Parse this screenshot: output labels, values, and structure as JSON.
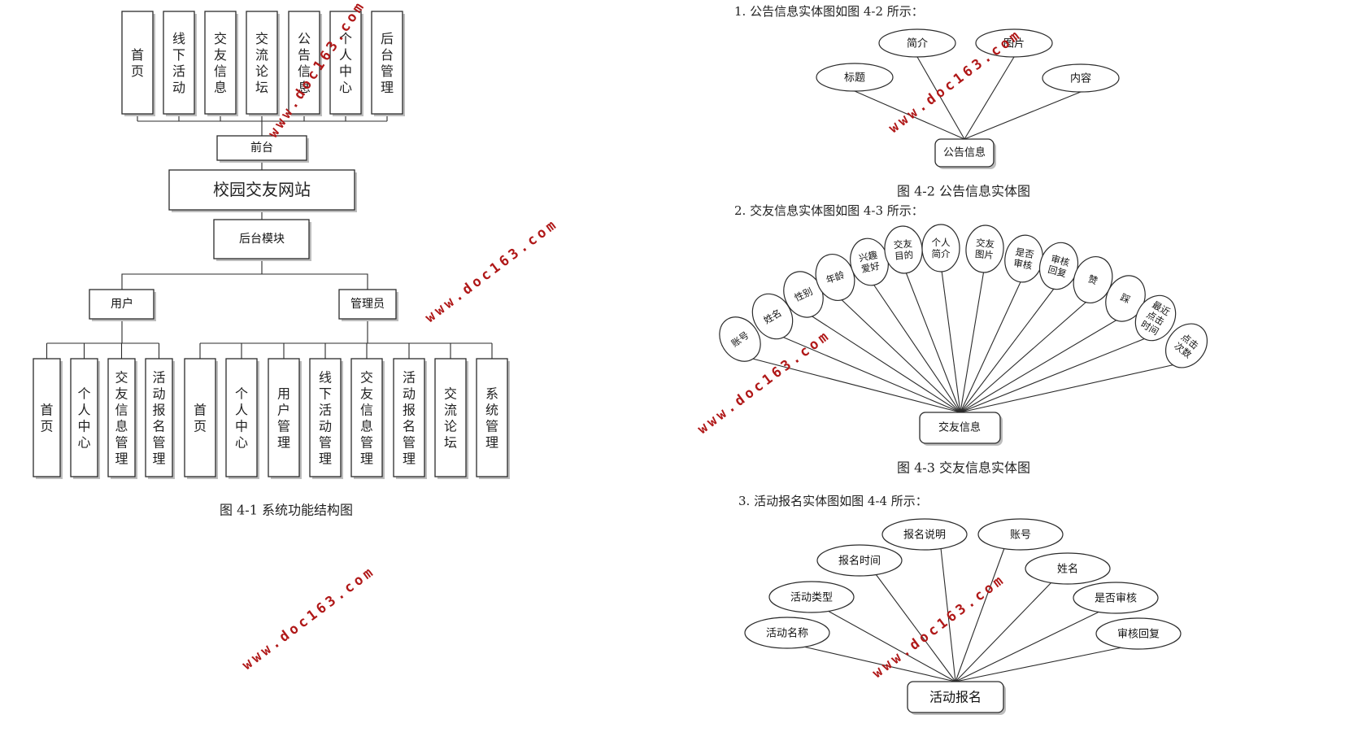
{
  "colors": {
    "stroke": "#2b2b2b",
    "text": "#111111",
    "watermark": "#b01818",
    "shadow": "#bdbdbd"
  },
  "structure_diagram": {
    "caption": "图 4-1 系统功能结构图",
    "site": "校园交友网站",
    "frontend": "前台",
    "backend": "后台模块",
    "front_modules": [
      "首页",
      "线下活动",
      "交友信息",
      "交流论坛",
      "公告信息",
      "个人中心",
      "后台管理"
    ],
    "user_role": "用户",
    "admin_role": "管理员",
    "user_modules": [
      "首页",
      "个人中心",
      "交友信息管理",
      "活动报名管理"
    ],
    "admin_modules": [
      "首页",
      "个人中心",
      "用户管理",
      "线下活动管理",
      "交友信息管理",
      "活动报名管理",
      "交流论坛",
      "系统管理"
    ]
  },
  "er_diagrams": [
    {
      "heading": "1.  公告信息实体图如图 4-2 所示：",
      "caption": "图 4-2 公告信息实体图",
      "entity": "公告信息",
      "attributes": [
        "标题",
        "简介",
        "图片",
        "内容"
      ]
    },
    {
      "heading": "2.  交友信息实体图如图 4-3 所示：",
      "caption": "图 4-3 交友信息实体图",
      "entity": "交友信息",
      "attributes": [
        "账号",
        "姓名",
        "性别",
        "年龄",
        "兴趣爱好",
        "交友目的",
        "个人简介",
        "交友图片",
        "是否审核",
        "审核回复",
        "赞",
        "踩",
        "最近点击时间",
        "点击次数"
      ]
    },
    {
      "heading": "3.  活动报名实体图如图 4-4 所示：",
      "caption": "",
      "entity": "活动报名",
      "attributes": [
        "活动名称",
        "活动类型",
        "报名时间",
        "报名说明",
        "账号",
        "姓名",
        "是否审核",
        "审核回复"
      ]
    }
  ],
  "watermark": "www.doc163.com"
}
